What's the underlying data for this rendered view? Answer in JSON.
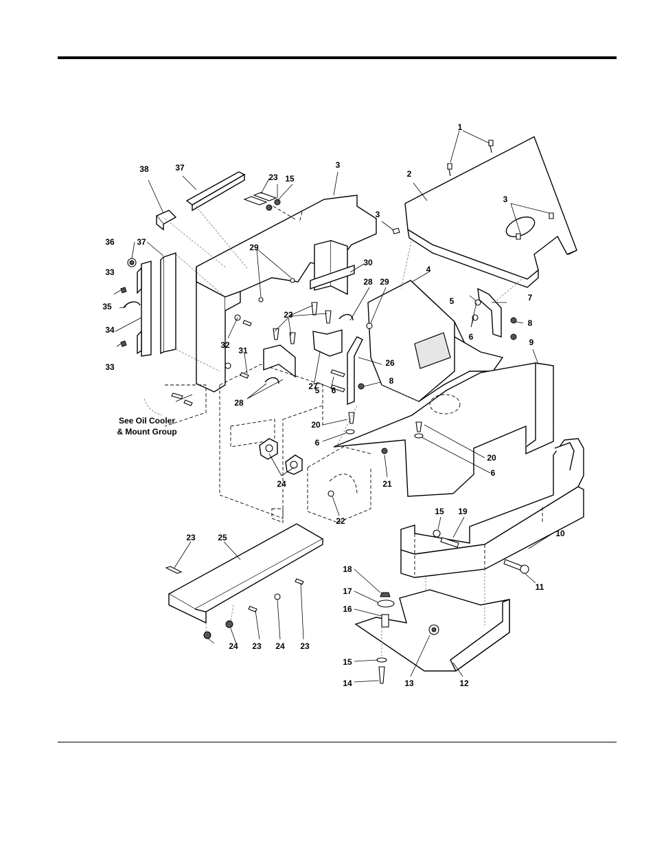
{
  "labels": [
    {
      "text": "1"
    },
    {
      "text": "2"
    },
    {
      "text": "3"
    },
    {
      "text": "3"
    },
    {
      "text": "3"
    },
    {
      "text": "4"
    },
    {
      "text": "5"
    },
    {
      "text": "5"
    },
    {
      "text": "6"
    },
    {
      "text": "6"
    },
    {
      "text": "6"
    },
    {
      "text": "6"
    },
    {
      "text": "7"
    },
    {
      "text": "8"
    },
    {
      "text": "8"
    },
    {
      "text": "9"
    },
    {
      "text": "10"
    },
    {
      "text": "11"
    },
    {
      "text": "12"
    },
    {
      "text": "13"
    },
    {
      "text": "14"
    },
    {
      "text": "15"
    },
    {
      "text": "15"
    },
    {
      "text": "15"
    },
    {
      "text": "16"
    },
    {
      "text": "17"
    },
    {
      "text": "18"
    },
    {
      "text": "19"
    },
    {
      "text": "20"
    },
    {
      "text": "20"
    },
    {
      "text": "21"
    },
    {
      "text": "22"
    },
    {
      "text": "23"
    },
    {
      "text": "23"
    },
    {
      "text": "23"
    },
    {
      "text": "23"
    },
    {
      "text": "23"
    },
    {
      "text": "24"
    },
    {
      "text": "24"
    },
    {
      "text": "24"
    },
    {
      "text": "25"
    },
    {
      "text": "26"
    },
    {
      "text": "27"
    },
    {
      "text": "28"
    },
    {
      "text": "28"
    },
    {
      "text": "29"
    },
    {
      "text": "29"
    },
    {
      "text": "30"
    },
    {
      "text": "31"
    },
    {
      "text": "32"
    },
    {
      "text": "33"
    },
    {
      "text": "33"
    },
    {
      "text": "34"
    },
    {
      "text": "35"
    },
    {
      "text": "36"
    },
    {
      "text": "37"
    },
    {
      "text": "37"
    },
    {
      "text": "38"
    }
  ],
  "note": {
    "line1": "See Oil Cooler",
    "line2": "& Mount Group"
  }
}
